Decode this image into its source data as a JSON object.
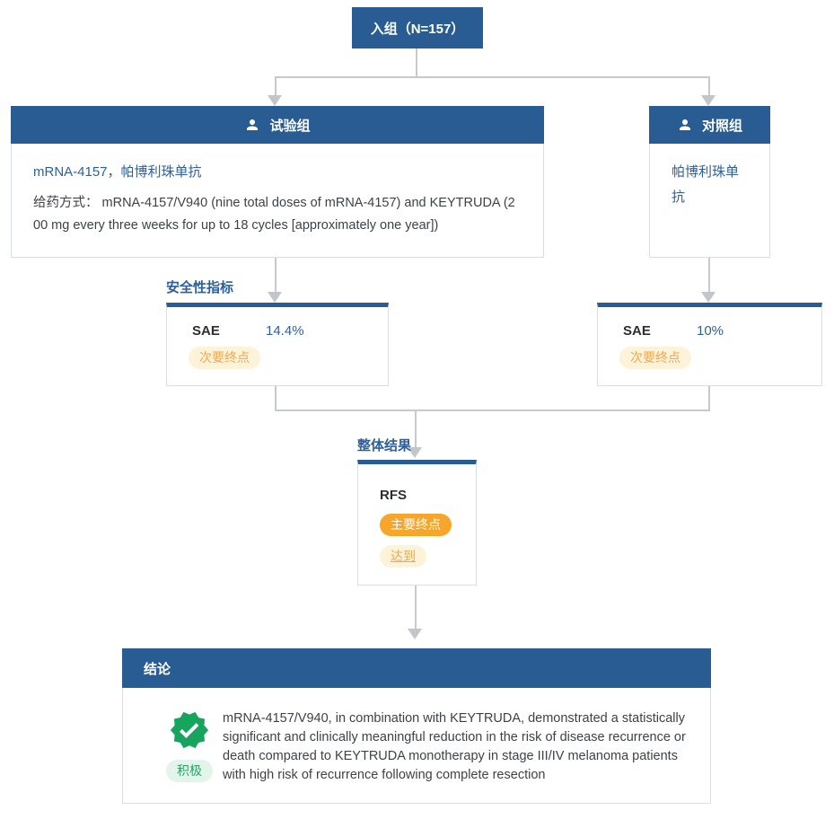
{
  "colors": {
    "header_blue": "#2a5c94",
    "blue_text": "#2d5f9e",
    "connector_gray": "#c6c9cd",
    "badge_orange": "#f5a62b",
    "badge_cream_bg": "#fdf3d8",
    "badge_orange_text": "#f3a64a",
    "verified_green": "#17a45e",
    "positive_badge_bg": "#e3f5eb",
    "positive_badge_text": "#27a567"
  },
  "enroll": {
    "label": "入组（N=157）"
  },
  "groups": {
    "experimental": {
      "title": "试验组",
      "drug": "mRNA-4157，帕博利珠单抗",
      "dosing": "给药方式： mRNA-4157/V940 (nine total doses of mRNA-4157) and KEYTRUDA (200 mg every three weeks for up to 18 cycles [approximately one year])"
    },
    "control": {
      "title": "对照组",
      "drug": "帕博利珠单抗"
    }
  },
  "safety": {
    "section_label": "安全性指标",
    "experimental": {
      "metric": "SAE",
      "value": "14.4%",
      "badge": "次要终点"
    },
    "control": {
      "metric": "SAE",
      "value": "10%",
      "badge": "次要终点"
    }
  },
  "overall": {
    "section_label": "整体结果",
    "metric": "RFS",
    "badge_primary": "主要终点",
    "badge_met": "达到"
  },
  "conclusion": {
    "title": "结论",
    "sentiment": "积极",
    "text": "mRNA-4157/V940, in combination with KEYTRUDA, demonstrated a statistically significant and clinically meaningful reduction in the risk of disease recurrence or death compared to KEYTRUDA monotherapy in stage III/IV melanoma patients with high risk of recurrence following complete resection"
  }
}
